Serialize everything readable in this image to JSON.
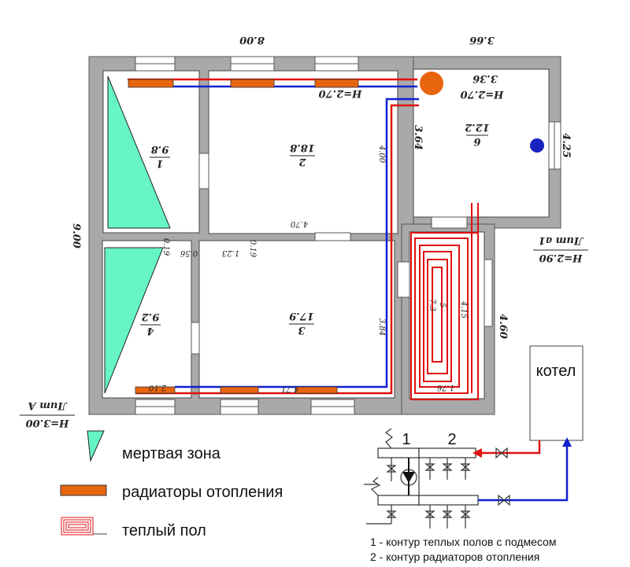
{
  "colors": {
    "dead_zone": "#66f5c3",
    "radiator": "#e8650f",
    "supply": "#e01010",
    "return": "#1020d0",
    "wall": "#a9a9a9"
  },
  "dimensions": {
    "top_left": "8.00",
    "top_right": "3.66",
    "left": "9.00",
    "room6_width": "3.36",
    "room6_height_right": "4.25",
    "room6_left": "3.64",
    "corridor_right": "4.60",
    "corridor_inner": "4.15",
    "corridor_bottom": "1.76",
    "room2_bottom": "4.70",
    "room2_right": "4.00",
    "room3_right": "3.84",
    "room3_bottom": "4.71",
    "door_a": "0.19",
    "door_b": "0.56",
    "door_c": "1.23",
    "door_d": "0.19",
    "room4_bottom": "2.10"
  },
  "heights": {
    "main": "H=2.70",
    "room6": "H=2.70"
  },
  "blocks": [
    {
      "name": "Лит А",
      "height": "H=3.00"
    },
    {
      "name": "Лит а1",
      "height": "H=2.90"
    }
  ],
  "rooms": [
    {
      "number": "1",
      "area": "9.8"
    },
    {
      "number": "2",
      "area": "18.8"
    },
    {
      "number": "3",
      "area": "17.9"
    },
    {
      "number": "4",
      "area": "9.2"
    },
    {
      "number": "5",
      "area": "7.3"
    },
    {
      "number": "6",
      "area": "12.2"
    }
  ],
  "boiler": {
    "label": "котел"
  },
  "manifold": {
    "circuit1": "1",
    "circuit2": "2"
  },
  "legend": [
    {
      "icon": "dead-zone-triangle",
      "label": "мертвая зона"
    },
    {
      "icon": "radiator-bar",
      "label": "радиаторы отопления"
    },
    {
      "icon": "floor-heating-coil",
      "label": "теплый пол"
    }
  ],
  "notes": [
    "1 - контур теплых полов с подмесом",
    "2 - контур радиаторов отопления"
  ]
}
